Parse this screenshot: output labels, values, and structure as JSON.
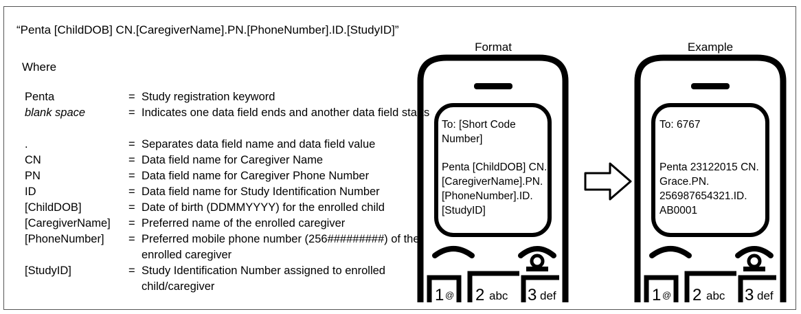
{
  "format_line": "“Penta [ChildDOB] CN.[CaregiverName].PN.[PhoneNumber].ID.[StudyID]”",
  "where_label": "Where",
  "definitions": [
    {
      "term": "Penta",
      "eq": "=",
      "desc": "Study registration keyword",
      "italic": false
    },
    {
      "term": "blank space",
      "eq": "=",
      "desc": "Indicates one data field ends and another data field starts",
      "italic": true
    },
    {
      "term": ".",
      "eq": "=",
      "desc": "Separates data field name and data field value",
      "italic": false
    },
    {
      "term": "CN",
      "eq": "=",
      "desc": "Data field name for Caregiver Name",
      "italic": false
    },
    {
      "term": "PN",
      "eq": "=",
      "desc": "Data field name for Caregiver Phone Number",
      "italic": false
    },
    {
      "term": "ID",
      "eq": "=",
      "desc": "Data field name for Study Identification Number",
      "italic": false
    },
    {
      "term": "[ChildDOB]",
      "eq": "=",
      "desc": "Date of birth (DDMMYYYY) for the enrolled child",
      "italic": false
    },
    {
      "term": "[CaregiverName]",
      "eq": "=",
      "desc": "Preferred name of the enrolled caregiver",
      "italic": false
    },
    {
      "term": "[PhoneNumber]",
      "eq": "=",
      "desc": "Preferred mobile phone number (256#########) of the enrolled caregiver",
      "italic": false
    },
    {
      "term": "[StudyID]",
      "eq": "=",
      "desc": "Study Identification Number assigned to enrolled child/caregiver",
      "italic": false
    }
  ],
  "phones": {
    "format": {
      "title": "Format",
      "to_line": "To: [Short Code\nNumber]",
      "message": "Penta [ChildDOB] CN.\n[CaregiverName].PN.\n[PhoneNumber].ID.\n[StudyID]"
    },
    "example": {
      "title": "Example",
      "to_line": "To: 6767",
      "message": "Penta 23122015 CN.\nGrace.PN.\n256987654321.ID.\nAB0001"
    }
  },
  "keys": [
    "1",
    "@",
    "2",
    "abc",
    "3",
    "def"
  ]
}
